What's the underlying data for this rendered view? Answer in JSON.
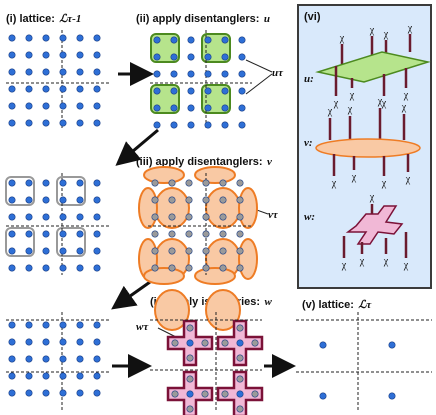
{
  "panels": {
    "p1": {
      "label": "(i) lattice:",
      "math": "ℒτ-1"
    },
    "p2": {
      "label": "(ii) apply disentanglers:",
      "math": "u",
      "annotation": "uτ"
    },
    "p3": {
      "label": "(iii) apply disentanglers:",
      "math": "v",
      "annotation": "vτ"
    },
    "p4": {
      "label": "(iv) apply isometries:",
      "math": "w",
      "annotation": "wτ"
    },
    "p5": {
      "label": "(v) lattice:",
      "math": "ℒτ"
    },
    "p6": {
      "label": "(vi)",
      "u_label": "u:",
      "v_label": "v:",
      "w_label": "w:",
      "leg_label": "χ"
    }
  },
  "colors": {
    "site_dot": "#2e6fd6",
    "site_dot_grey": "#9a9a9a",
    "u_fill": "#b6e48c",
    "u_stroke": "#4c8a1f",
    "v_fill": "#f9c9a4",
    "v_stroke": "#ee7c25",
    "w_fill": "#f1b8d6",
    "w_stroke": "#7b1238",
    "panel_bg": "#d9e9fb",
    "panel_border": "#3b3b3b"
  }
}
